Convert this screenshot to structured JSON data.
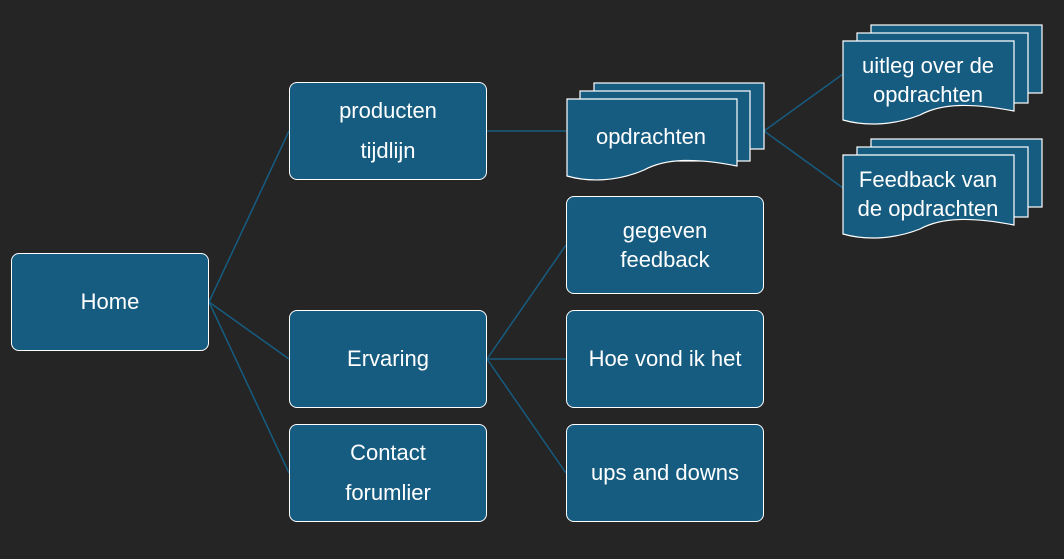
{
  "colors": {
    "background": "#252525",
    "node_fill": "#165c80",
    "node_border": "#ffffff",
    "connector": "#165c80"
  },
  "nodes": {
    "home": "Home",
    "producten": "producten\ntijdlijn",
    "ervaring": "Ervaring",
    "contact": "Contact\nforumlier",
    "opdrachten": "opdrachten",
    "gegeven_feedback": "gegeven\nfeedback",
    "hoe_vond": "Hoe vond ik het",
    "ups_downs": "ups and downs",
    "uitleg": "uitleg over de\nopdrachten",
    "feedback_opdrachten": "Feedback van\nde opdrachten"
  }
}
